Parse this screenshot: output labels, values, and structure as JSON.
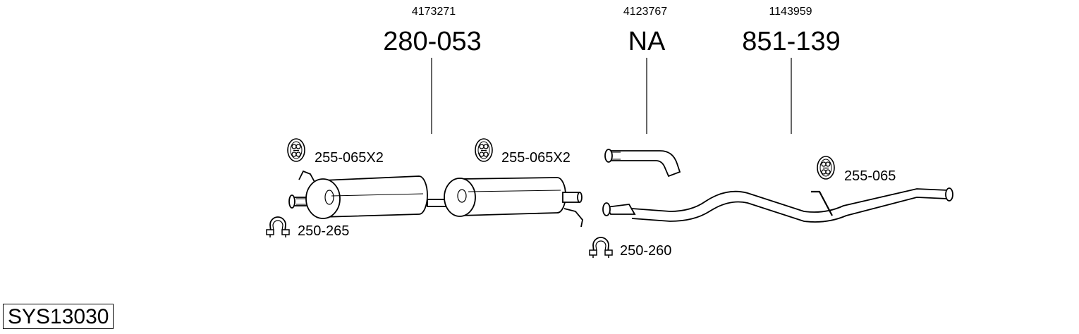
{
  "parts": [
    {
      "oe_number": "4173271",
      "part_number": "280-053"
    },
    {
      "oe_number": "4123767",
      "part_number": "NA"
    },
    {
      "oe_number": "1143959",
      "part_number": "851-139"
    }
  ],
  "accessories": [
    {
      "label": "255-065X2",
      "icon": "rubber-hanger-icon"
    },
    {
      "label": "255-065X2",
      "icon": "rubber-hanger-icon"
    },
    {
      "label": "255-065",
      "icon": "rubber-hanger-icon"
    },
    {
      "label": "250-265",
      "icon": "pipe-clamp-icon"
    },
    {
      "label": "250-260",
      "icon": "pipe-clamp-icon"
    }
  ],
  "system_code": "SYS13030"
}
